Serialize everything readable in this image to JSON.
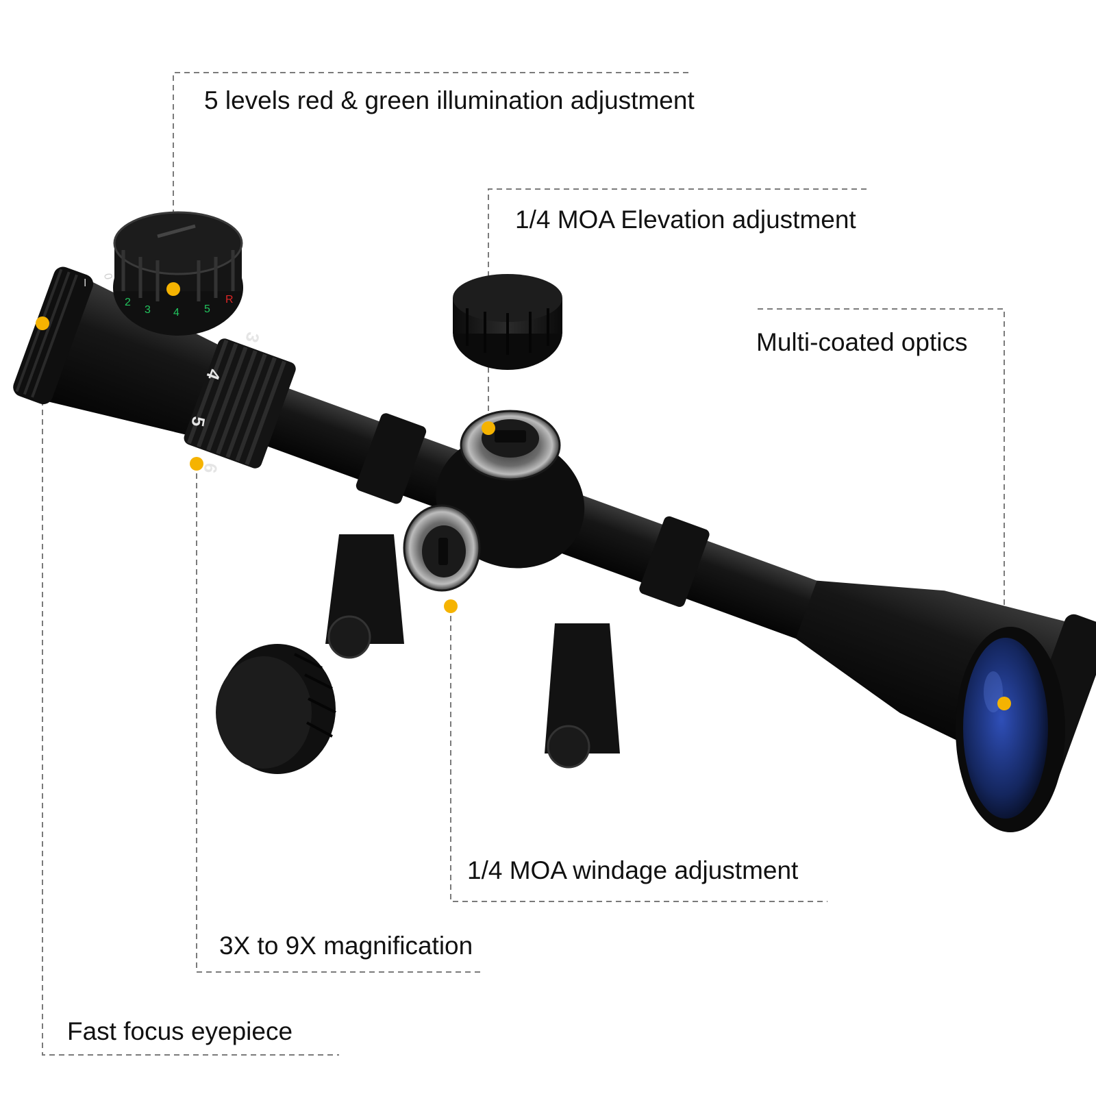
{
  "callouts": {
    "illumination": "5 levels red & green illumination adjustment",
    "elevation": "1/4 MOA Elevation adjustment",
    "optics": "Multi-coated optics",
    "windage": "1/4 MOA windage adjustment",
    "magnification": "3X to 9X magnification",
    "focus": "Fast focus eyepiece"
  },
  "illumination_dial": {
    "marks": [
      "2",
      "3",
      "4",
      "5",
      "R"
    ],
    "off_mark": "0",
    "marker": "I"
  },
  "power_ring": {
    "marks": [
      "3",
      "4",
      "5",
      "6"
    ]
  },
  "colors": {
    "callout_dot": "#f5b301",
    "leader_line": "#7a7a7a",
    "scope_body": "#0d0d0d",
    "lens": "#1e3a8a",
    "illum_green": "#22c55e",
    "illum_red": "#dc2626"
  }
}
